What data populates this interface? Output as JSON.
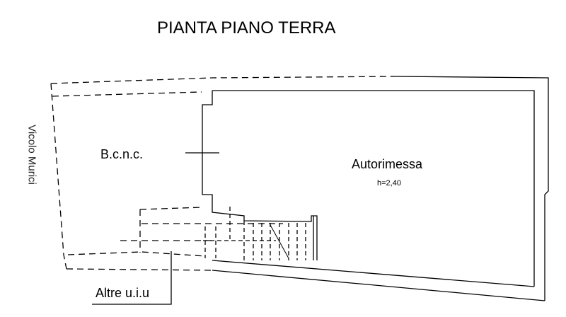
{
  "title": "PIANTA PIANO TERRA",
  "street": "Vicolo Murici",
  "rooms": {
    "bcnc": "B.c.n.c.",
    "autorimessa": "Autorimessa",
    "height": "h=2,40"
  },
  "other_units": "Altre u.i.u"
}
